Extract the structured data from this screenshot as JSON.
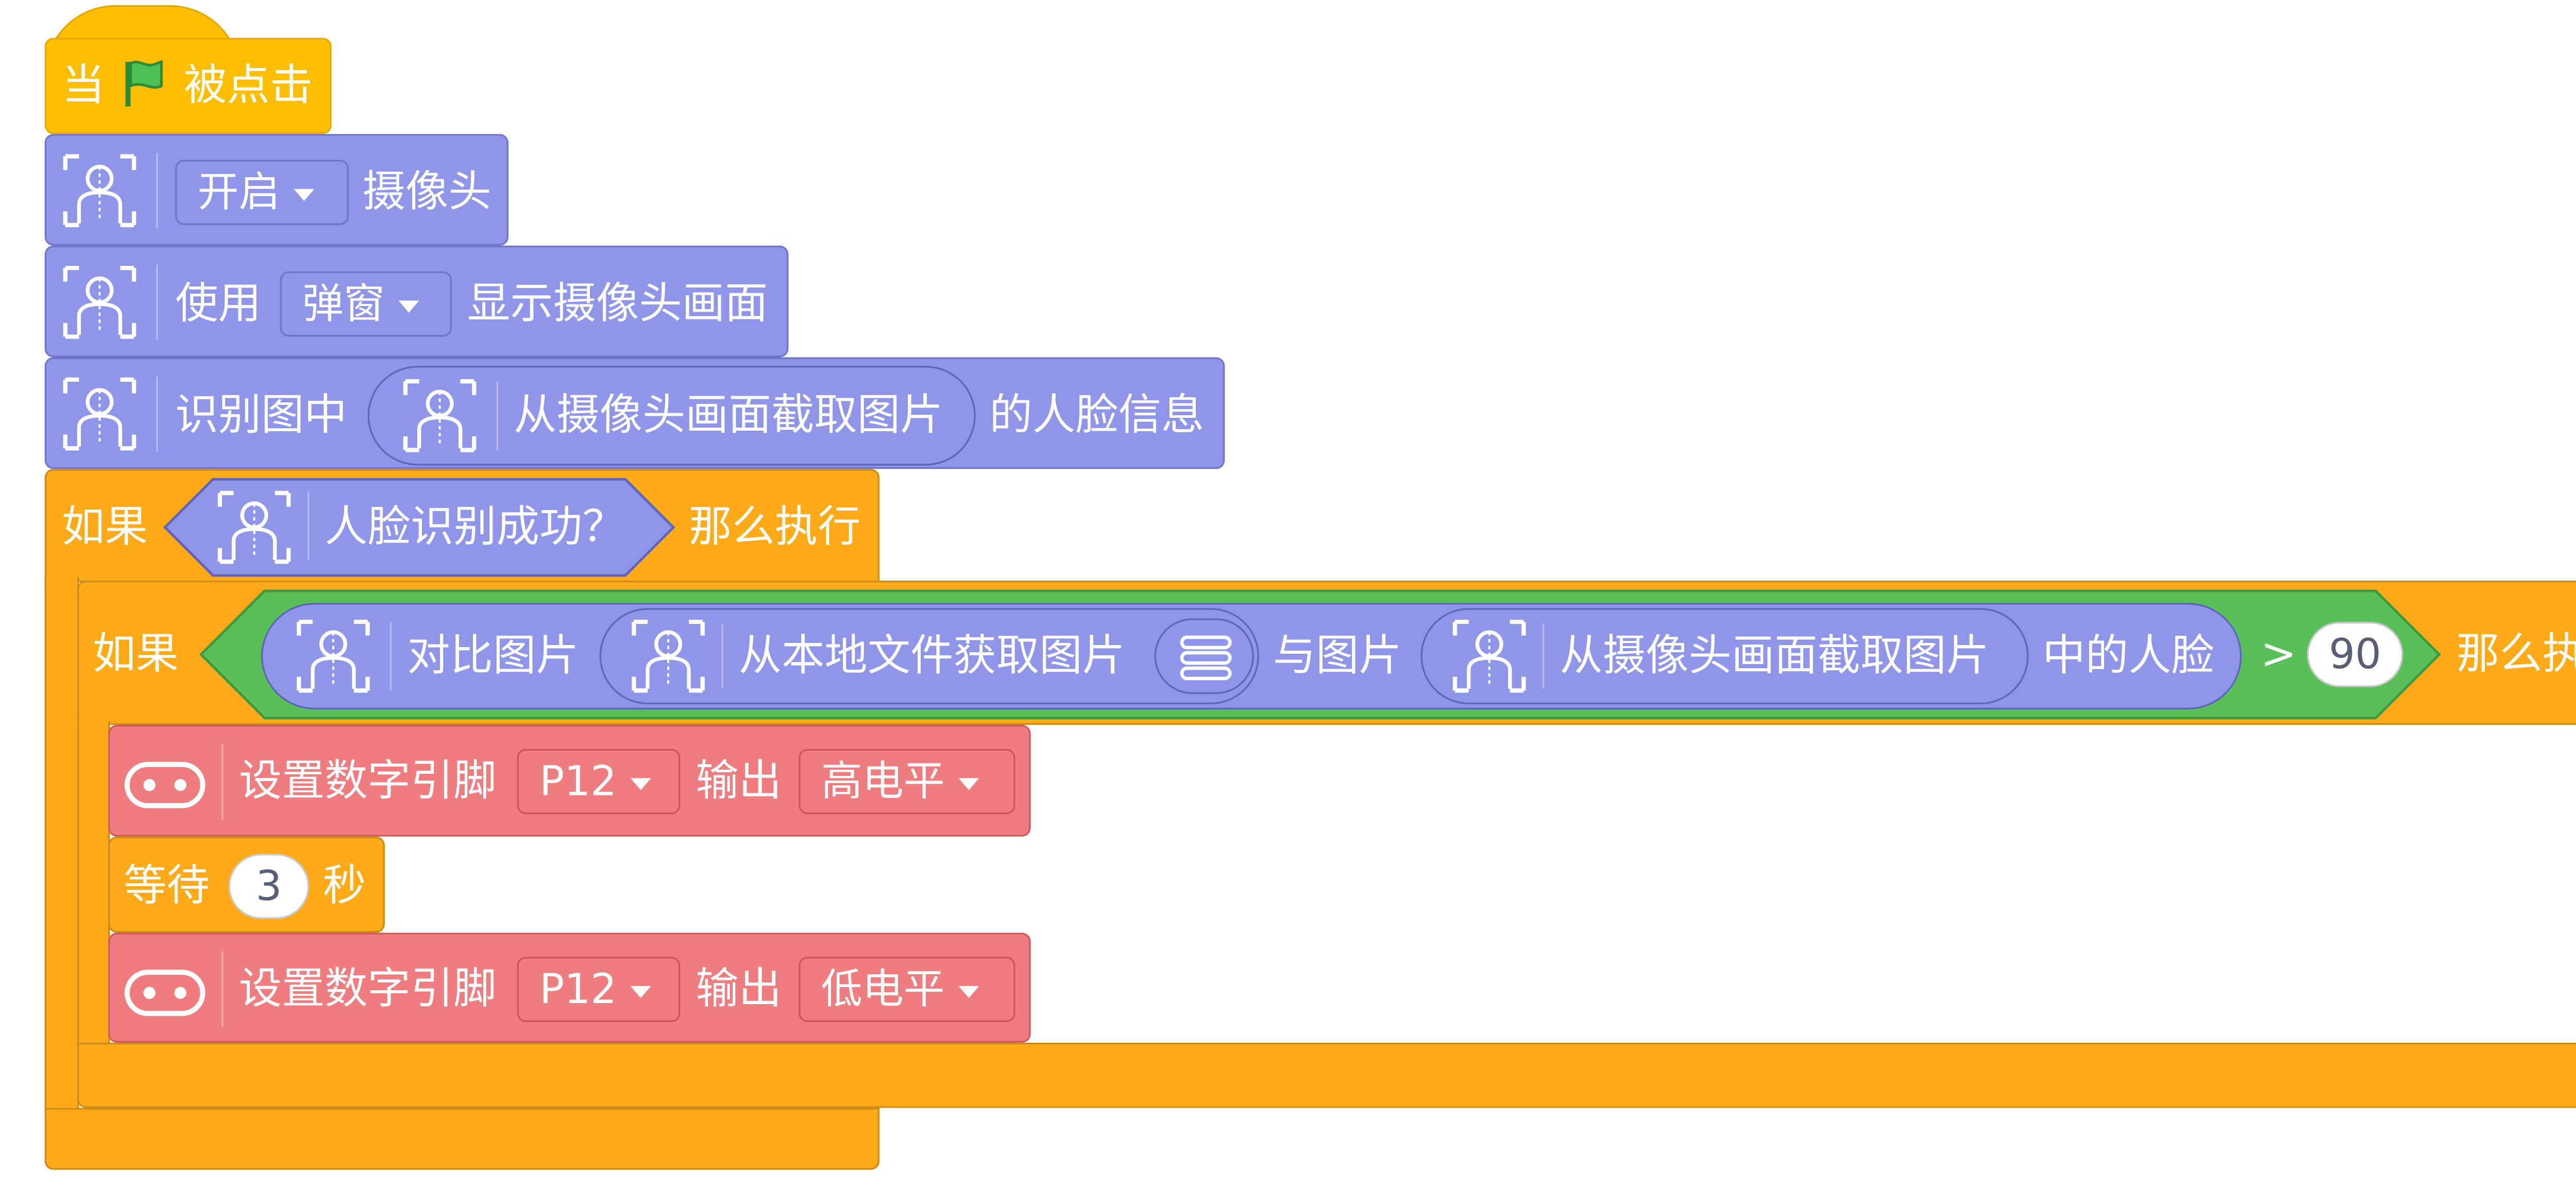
{
  "colors": {
    "event": "#ffbf00",
    "control": "#ffab19",
    "ai": "#8f96ea",
    "pin": "#ef7d7f",
    "boolean_green": "#59c059",
    "flag_green": "#4cbf56"
  },
  "icons": {
    "flag": "green-flag-icon",
    "camera": "face-portrait-icon",
    "board": "microbit-board-icon",
    "list": "list-icon"
  },
  "script": {
    "hat": {
      "when": "当",
      "clicked": "被点击"
    },
    "camera_open": {
      "state": "开启",
      "label": "摄像头"
    },
    "camera_display": {
      "use": "使用",
      "mode": "弹窗",
      "label": "显示摄像头画面"
    },
    "recognize": {
      "prefix": "识别图中",
      "inner": "从摄像头画面截取图片",
      "suffix": "的人脸信息"
    },
    "if_outer": {
      "if": "如果",
      "condition": "人脸识别成功？",
      "then": "那么执行"
    },
    "if_inner": {
      "if": "如果",
      "compare": "对比图片",
      "image_a": "从本地文件获取图片",
      "with": "与图片",
      "image_b": "从摄像头画面截取图片",
      "faces": "中的人脸",
      "op": ">",
      "threshold": "90",
      "then": "那么执行"
    },
    "set_pin_high": {
      "label": "设置数字引脚",
      "pin": "P12",
      "output": "输出",
      "level": "高电平"
    },
    "wait": {
      "wait": "等待",
      "seconds": "3",
      "unit": "秒"
    },
    "set_pin_low": {
      "label": "设置数字引脚",
      "pin": "P12",
      "output": "输出",
      "level": "低电平"
    }
  }
}
